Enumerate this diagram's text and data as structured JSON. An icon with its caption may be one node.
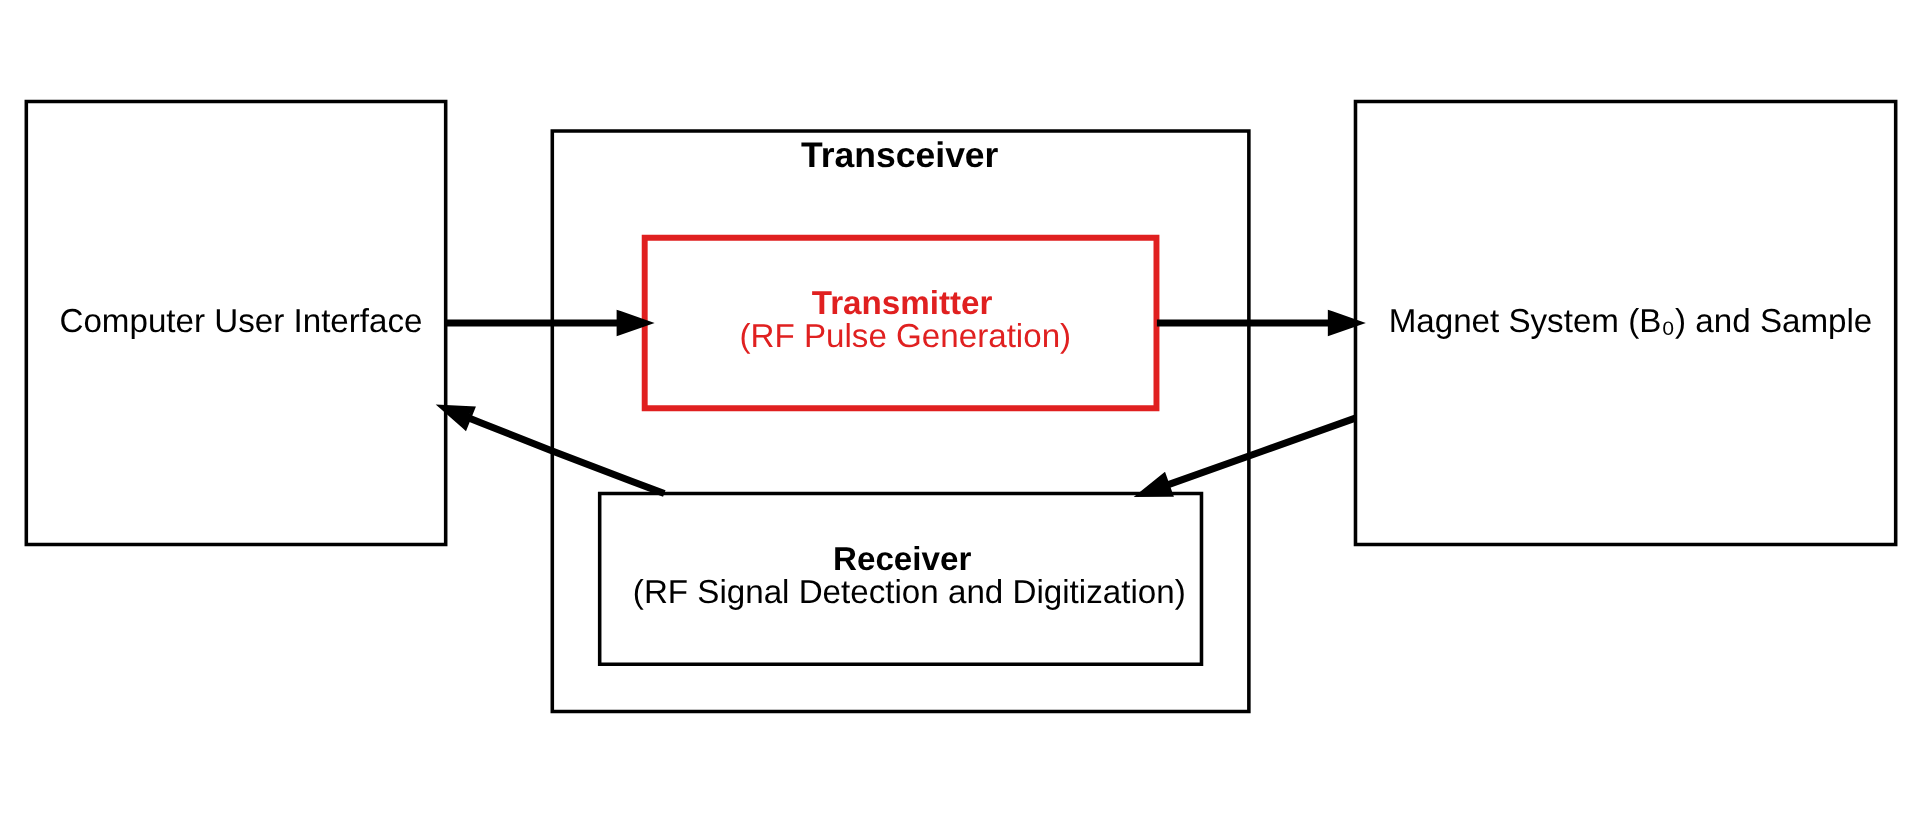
{
  "diagram": {
    "nodes": [
      {
        "text": [
          "Computer User Interface"
        ]
      },
      {
        "text": [
          "Transceiver"
        ]
      },
      {
        "text": [
          "Transmitter",
          "(RF Pulse Generation)"
        ],
        "in": 1
      },
      {
        "text": [
          "Receiver",
          "(RF Signal Detection and Digitization)"
        ],
        "in": 1
      },
      {
        "text": [
          "Magnet System (B₀) and Sample"
        ]
      }
    ],
    "edges": [
      {
        "from": 0,
        "to": 2,
        "arrow": "to"
      },
      {
        "from": 2,
        "to": 4,
        "arrow": "to"
      },
      {
        "from": 4,
        "to": 3,
        "arrow": "to"
      },
      {
        "from": 3,
        "to": 0,
        "arrow": "to"
      }
    ]
  }
}
